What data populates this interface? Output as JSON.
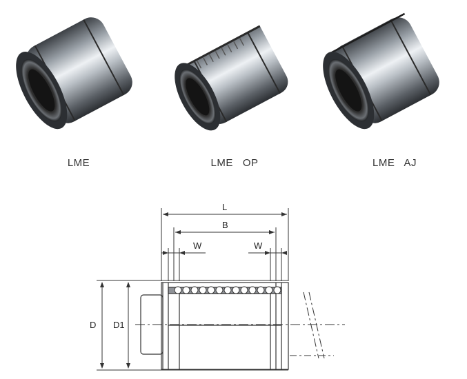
{
  "products": [
    {
      "label": "LME"
    },
    {
      "label": "LME   OP"
    },
    {
      "label": "LME   AJ"
    }
  ],
  "drawing": {
    "dim_L": "L",
    "dim_B": "B",
    "dim_W_left": "W",
    "dim_W_right": "W",
    "dim_D": "D",
    "dim_D1": "D1"
  },
  "colors": {
    "line": "#333333",
    "metal_dark": "#2a2a2a",
    "metal_light": "#d8dde2"
  }
}
